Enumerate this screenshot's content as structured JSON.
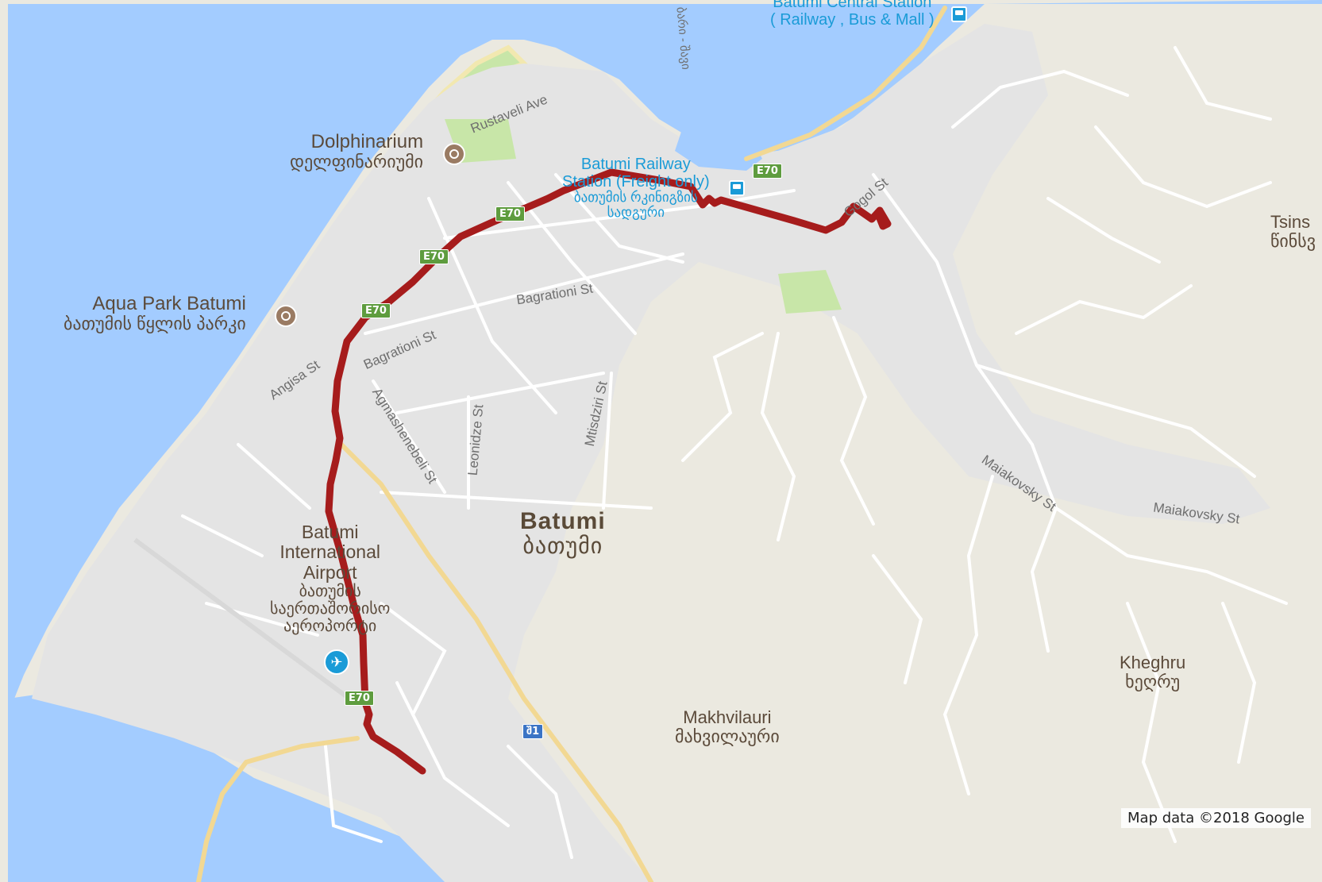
{
  "labels": {
    "dolphinarium": {
      "name": "Dolphinarium",
      "name_ka": "დელფინარიუმი"
    },
    "aqua_park": {
      "name": "Aqua Park Batumi",
      "name_ka": "ბათუმის წყლის პარკი"
    },
    "railway_station": {
      "line1": "Batumi Railway",
      "line2": "Station (Freight only)",
      "line1_ka": "ბათუმის რკინიგზის",
      "line2_ka": "სადგური"
    },
    "central_station": {
      "line1": "Batumi Central Station",
      "line2": "( Railway , Bus & Mall )"
    },
    "city": {
      "name": "Batumi",
      "name_ka": "ბათუმი"
    },
    "airport": {
      "line1": "Batumi",
      "line2": "International",
      "line3": "Airport",
      "line4_ka": "ბათუმის",
      "line5_ka": "საერთაშორისო",
      "line6_ka": "აეროპორტი"
    },
    "makhvilauri": {
      "name": "Makhvilauri",
      "name_ka": "მახვილაური"
    },
    "kheghru": {
      "name": "Kheghru",
      "name_ka": "ხეღრუ"
    },
    "tsins": {
      "name": "Tsins",
      "name_ka": "წინსვ"
    }
  },
  "streets": {
    "rustaveli": "Rustaveli Ave",
    "bagrationi_1": "Bagrationi St",
    "bagrationi_2": "Bagrationi St",
    "angisa": "Angisa St",
    "agmashenebeli": "Agmashenebeli St",
    "leonidze": "Leonidze St",
    "mtisdziri": "Mtisdziri St",
    "maiakovsky_1": "Maiakovsky St",
    "maiakovsky_2": "Maiakovsky St",
    "gogol": "Gogol St",
    "river": "ბარი - შავი"
  },
  "shields": {
    "e70_a": "E70",
    "e70_b": "E70",
    "e70_c": "E70",
    "e70_d": "E70",
    "e70_e": "E70",
    "sh1": "შ1"
  },
  "attribution": "Map data ©2018 Google",
  "colors": {
    "water": "#a3ccff",
    "land": "#ebe9e0",
    "urban": "#e4e4e4",
    "park": "#c8e6a8",
    "road": "#ffffff",
    "highway": "#f2d893",
    "route": "#a61c1c"
  }
}
